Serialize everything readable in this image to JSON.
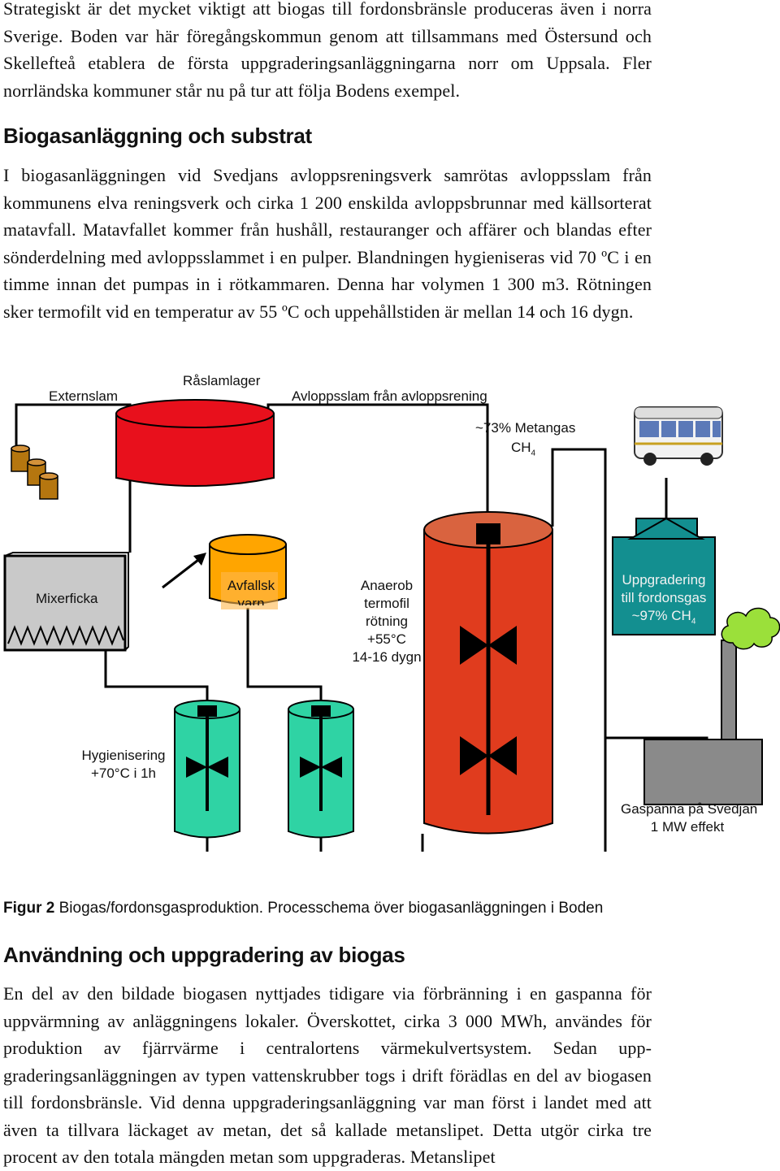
{
  "intro_paragraph": "Strategiskt är det mycket viktigt att biogas till fordonsbränsle produceras även i norra Sverige. Boden var här föregångskommun genom att tillsammans med Östersund och Skellefteå etablera de första uppgraderingsanläggningarna norr om Uppsala. Fler norrländska kommuner står nu på tur att följa Bodens exempel.",
  "section1": {
    "heading": "Biogasanläggning och substrat",
    "paragraph": "I biogasanläggningen vid Svedjans avloppsreningsverk samrötas avloppsslam från kommunens elva reningsverk och cirka 1 200 enskilda avloppsbrunnar med källsorterat matavfall. Matavfallet kommer från hushåll, restauranger och affärer och blandas efter sönderdelning med avloppsslammet i en pulper. Blandningen hygieniseras vid 70 ºC i en timme innan det pumpas in i rötkammaren. Denna har volymen 1 300 m3. Rötningen sker termofilt vid en temperatur av 55 ºC och uppehållstiden är mellan 14 och 16 dygn."
  },
  "diagram": {
    "externslam": "Externslam",
    "raslamlager": "Råslamlager",
    "avloppsslam": "Avloppsslam från avloppsrening",
    "metangas_line1": "~73% Metangas",
    "metangas_line2": "CH",
    "metangas_sub": "4",
    "mixerficka": "Mixerficka",
    "avfallsk_line1": "Avfallsk",
    "avfallsk_line2": "varn",
    "anaerob": [
      "Anaerob",
      "termofil",
      "rötning",
      "+55°C",
      "14-16 dygn"
    ],
    "uppgradering_line1": "Uppgradering",
    "uppgradering_line2": "till fordonsgas",
    "uppgradering_line3": "~97% CH",
    "uppgradering_sub": "4",
    "hygienisering_line1": "Hygienisering",
    "hygienisering_line2": "+70°C i 1h",
    "gaspanna_line1": "Gaspanna på Svedjan",
    "gaspanna_line2": "1 MW effekt",
    "colors": {
      "raslamlager": "#e8101c",
      "digester": "#e03c1e",
      "digester_top": "#d9633f",
      "hygienisering": "#2fd3a4",
      "avfallskvarn": "#ffa500",
      "uppgradering": "#138f90",
      "mixerficka": "#c9c9c9",
      "gaspanna": "#8a8a8a",
      "cloud": "#9be03a",
      "barrel": "#b5760f"
    }
  },
  "caption": {
    "label": "Figur 2",
    "text": " Biogas/fordonsgasproduktion. Processchema över biogasanläggningen i Boden"
  },
  "section2": {
    "heading": "Användning och uppgradering av biogas",
    "paragraph": "En del av den bildade biogasen nyttjades tidigare via förbränning i en gaspanna för uppvärmning av anläggningens lokaler. Överskottet, cirka 3 000 MWh, användes för produktion av fjärrvärme i centralortens värmekulvertsystem. Sedan upp-graderingsanläggningen av typen vattenskrubber togs i drift förädlas en del av biogasen till fordonsbränsle. Vid denna uppgraderingsanläggning var man först i landet med att även ta tillvara läckaget av metan, det så kallade metanslipet. Detta utgör cirka tre procent av den totala mängden metan som uppgraderas. Metanslipet"
  }
}
